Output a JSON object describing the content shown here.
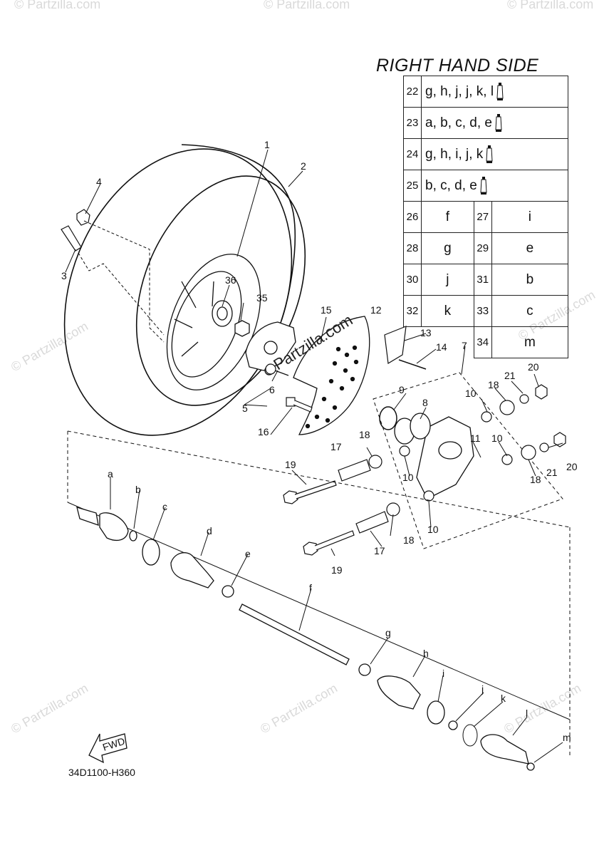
{
  "header": {
    "title": "RIGHT HAND SIDE"
  },
  "kits": [
    {
      "num": "22",
      "parts": "g, h, j, j, k, l"
    },
    {
      "num": "23",
      "parts": "a, b, c, d, e"
    },
    {
      "num": "24",
      "parts": "g, h, i, j, k"
    },
    {
      "num": "25",
      "parts": "b, c, d, e"
    }
  ],
  "kit_pairs": [
    [
      {
        "num": "26",
        "part": "f"
      },
      {
        "num": "27",
        "part": "i"
      }
    ],
    [
      {
        "num": "28",
        "part": "g"
      },
      {
        "num": "29",
        "part": "e"
      }
    ],
    [
      {
        "num": "30",
        "part": "j"
      },
      {
        "num": "31",
        "part": "b"
      }
    ],
    [
      {
        "num": "32",
        "part": "k"
      },
      {
        "num": "33",
        "part": "c"
      }
    ]
  ],
  "kit_last": {
    "num": "34",
    "part": "m"
  },
  "callouts": {
    "n1": "1",
    "n2": "2",
    "n3": "3",
    "n4": "4",
    "n5": "5",
    "n6": "6",
    "n7": "7",
    "n8": "8",
    "n9": "9",
    "n10a": "10",
    "n10b": "10",
    "n10c": "10",
    "n10d": "10",
    "n11": "11",
    "n12": "12",
    "n13": "13",
    "n14": "14",
    "n15": "15",
    "n16": "16",
    "n17a": "17",
    "n17b": "17",
    "n18a": "18",
    "n18b": "18",
    "n18c": "18",
    "n18d": "18",
    "n19a": "19",
    "n19b": "19",
    "n20a": "20",
    "n20b": "20",
    "n21a": "21",
    "n21b": "21",
    "n35": "35",
    "n36": "36",
    "a": "a",
    "b": "b",
    "c": "c",
    "d": "d",
    "e": "e",
    "f": "f",
    "g": "g",
    "h": "h",
    "i": "i",
    "j": "j",
    "k": "k",
    "l": "l",
    "m": "m"
  },
  "fwd_label": "FWD",
  "diagram_code": "34D1100-H360",
  "watermark": {
    "text": "© Partzilla.com",
    "main": "Partzilla.com"
  }
}
